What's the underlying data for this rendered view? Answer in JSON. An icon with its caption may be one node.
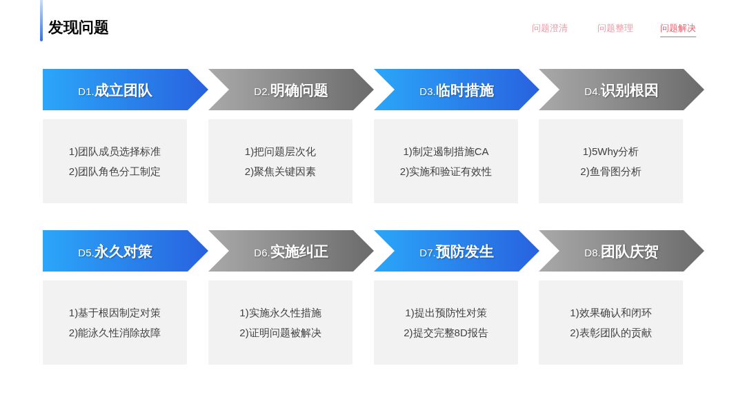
{
  "diagram": {
    "title": "发现问题",
    "nodes": [
      {
        "text": [
          "D1.**成立团队**"
        ]
      },
      {
        "text": [
          "1)团队成员选择标准",
          "2)团队角色分工制定"
        ]
      },
      {
        "text": [
          "D2.**明确问题**"
        ]
      },
      {
        "text": [
          "1)把问题层次化",
          "2)聚焦关键因素"
        ]
      },
      {
        "text": [
          "D3.**临时措施**"
        ]
      },
      {
        "text": [
          "1)制定遏制措施CA",
          "2)实施和验证有效性"
        ]
      },
      {
        "text": [
          "D4.**识别根因**"
        ]
      },
      {
        "text": [
          "1)5Why分析",
          "2)鱼骨图分析"
        ]
      },
      {
        "text": [
          "D5.**永久对策**"
        ]
      },
      {
        "text": [
          "1)基于根因制定对策",
          "2)能泳久性消除故障"
        ]
      },
      {
        "text": [
          "D6.**实施纠正**"
        ]
      },
      {
        "text": [
          "1)实施永久性措施",
          "2)证明问题被解决"
        ]
      },
      {
        "text": [
          "D7.**预防发生**"
        ]
      },
      {
        "text": [
          "1)提出预防性对策",
          "2)提交完整8D报告"
        ]
      },
      {
        "text": [
          "D8.**团队庆贺**"
        ]
      },
      {
        "text": [
          "1)效果确认和闭环",
          "2)表彰团队的贡献"
        ]
      }
    ],
    "labels": [
      "问题澄清",
      "问题整理",
      "问题解决"
    ]
  }
}
